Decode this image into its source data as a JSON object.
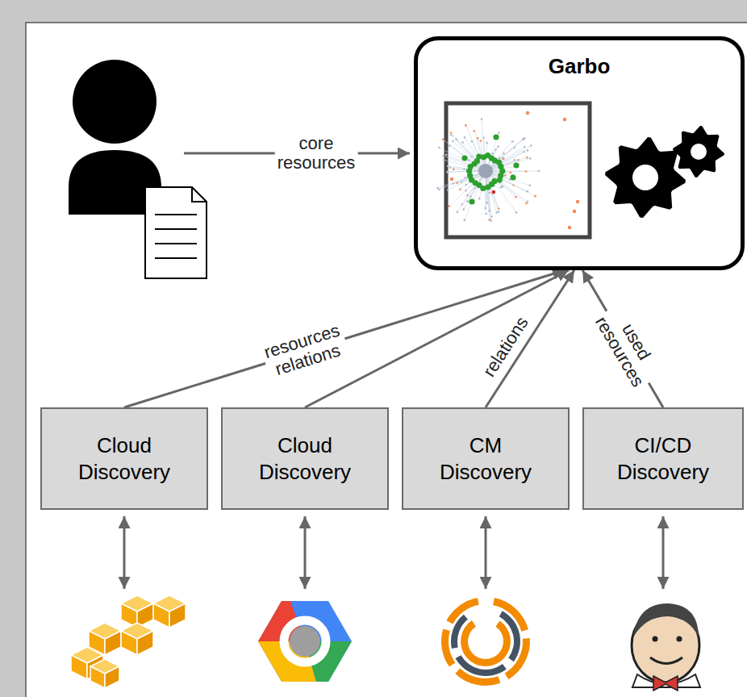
{
  "diagram": {
    "nodes": [
      {
        "text": [
          "Garbo"
        ]
      },
      {
        "text": [
          "Cloud Discovery"
        ]
      },
      {
        "text": [
          "Cloud Discovery"
        ]
      },
      {
        "text": [
          "CM Discovery"
        ]
      },
      {
        "text": [
          "CI/CD Discovery"
        ]
      }
    ],
    "edges": [
      {
        "from": 1,
        "to": 0,
        "label": "resources relations",
        "arrow": "to"
      },
      {
        "from": 2,
        "to": 0,
        "arrow": "to"
      },
      {
        "from": 3,
        "to": 0,
        "label": "relations",
        "arrow": "to"
      },
      {
        "from": 4,
        "to": 0,
        "label": "used resources",
        "arrow": "to"
      }
    ],
    "labels": [
      "core resources"
    ]
  }
}
